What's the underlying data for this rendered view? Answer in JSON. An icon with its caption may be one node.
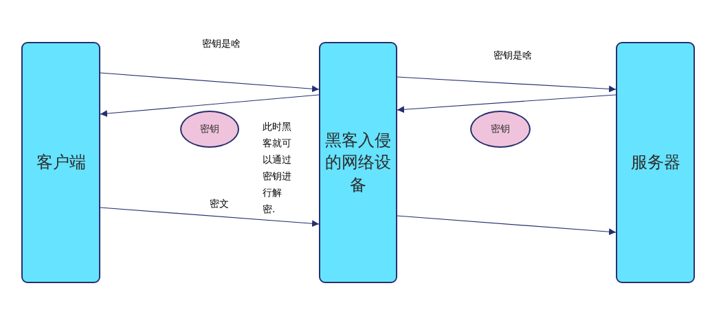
{
  "diagram": {
    "nodes": [
      {
        "text": [
          "客户端"
        ]
      },
      {
        "text": [
          "黑客入侵的网络设备"
        ]
      },
      {
        "text": [
          "服务器"
        ]
      },
      {
        "text": [
          "密钥"
        ]
      },
      {
        "text": [
          "密钥"
        ]
      }
    ],
    "edges": [
      {
        "from": 0,
        "to": 1,
        "arrow": "to",
        "label": "密钥是啥"
      },
      {
        "from": 1,
        "to": 0,
        "arrow": "to"
      },
      {
        "from": 1,
        "to": 2,
        "arrow": "to",
        "label": "密钥是啥"
      },
      {
        "from": 2,
        "to": 1,
        "arrow": "to"
      },
      {
        "from": 0,
        "to": 1,
        "arrow": "to",
        "label": "密文"
      },
      {
        "from": 1,
        "to": 2,
        "arrow": "to"
      }
    ],
    "labels": [
      "此时黑客就可以通过密钥进行解密."
    ]
  }
}
